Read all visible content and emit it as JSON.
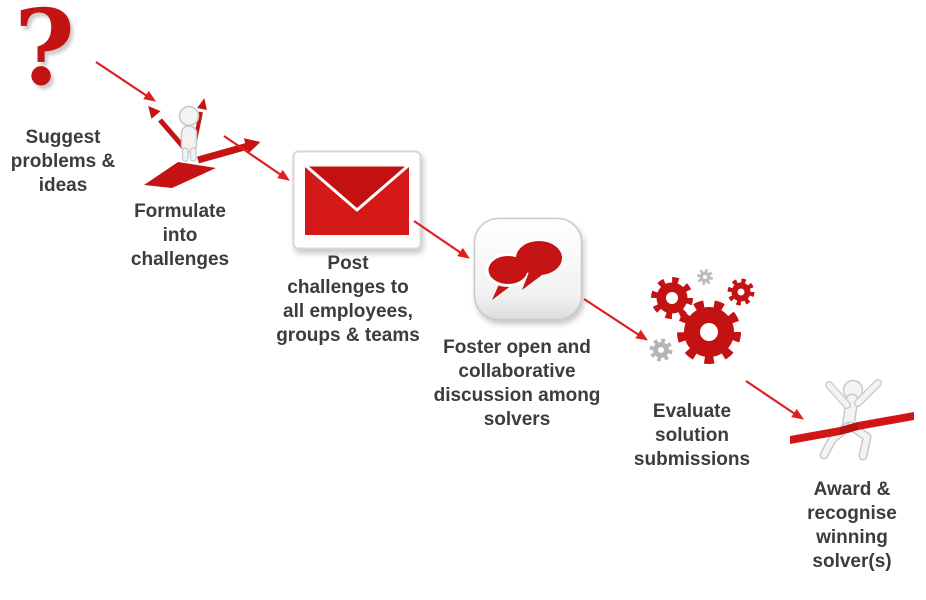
{
  "colors": {
    "accent_red": "#c51414",
    "text": "#3c3c3c",
    "background": "#ffffff"
  },
  "question_mark_glyph": "?",
  "steps": [
    {
      "icon": "question-mark-icon",
      "label": "Suggest\nproblems &\nideas"
    },
    {
      "icon": "crossroads-figure-icon",
      "label": "Formulate\ninto\nchallenges"
    },
    {
      "icon": "envelope-icon",
      "label": "Post\nchallenges to\nall employees,\ngroups & teams"
    },
    {
      "icon": "speech-bubbles-icon",
      "label": "Foster open and\ncollaborative\ndiscussion among\nsolvers"
    },
    {
      "icon": "gears-icon",
      "label": "Evaluate\nsolution\nsubmissions"
    },
    {
      "icon": "winner-figure-icon",
      "label": "Award &\nrecognise\nwinning\nsolver(s)"
    }
  ]
}
